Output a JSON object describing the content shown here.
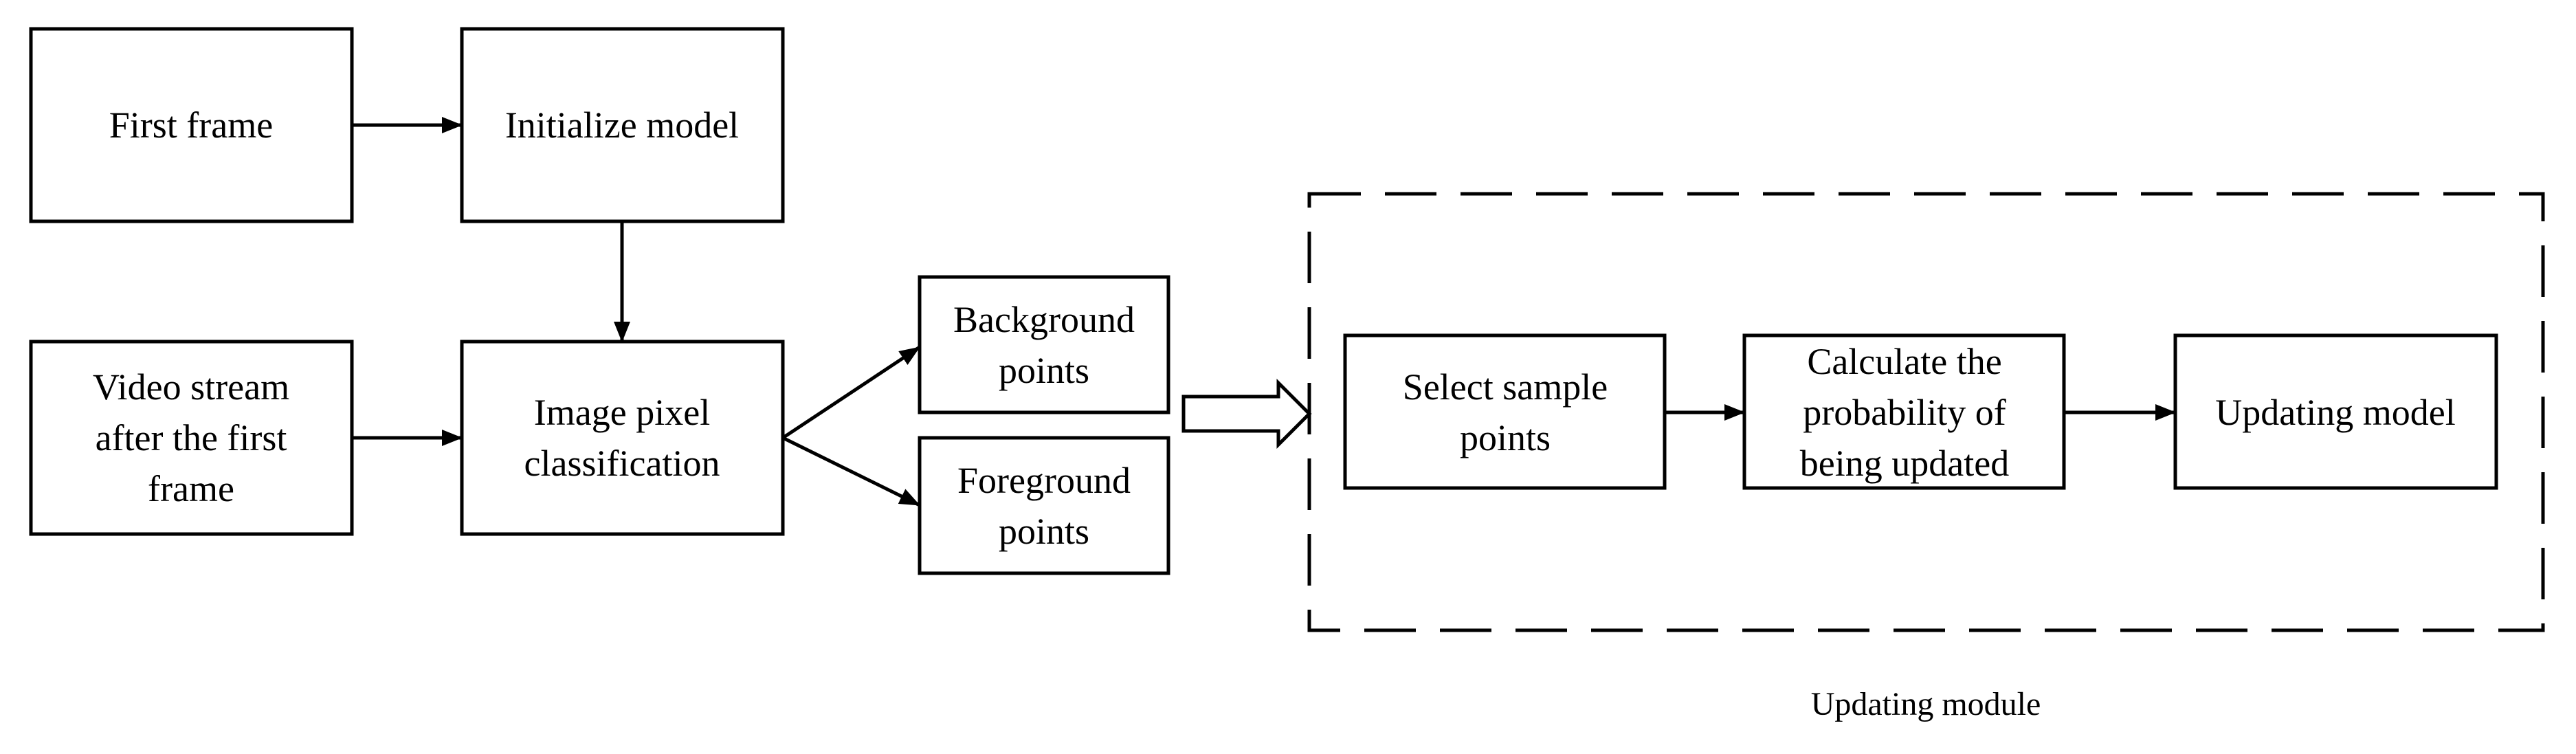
{
  "nodes": {
    "first_frame": {
      "lines": [
        "First frame"
      ]
    },
    "initialize_model": {
      "lines": [
        "Initialize model"
      ]
    },
    "video_stream": {
      "lines": [
        "Video stream",
        "after the first",
        "frame"
      ]
    },
    "image_pixel_classification": {
      "lines": [
        "Image pixel",
        "classification"
      ]
    },
    "background_points": {
      "lines": [
        "Background",
        "points"
      ]
    },
    "foreground_points": {
      "lines": [
        "Foreground",
        "points"
      ]
    },
    "select_sample_points": {
      "lines": [
        "Select sample",
        "points"
      ]
    },
    "calculate_probability": {
      "lines": [
        "Calculate the",
        "probability of",
        "being updated"
      ]
    },
    "updating_model": {
      "lines": [
        "Updating model"
      ]
    }
  },
  "group": {
    "label": "Updating module"
  },
  "colors": {
    "stroke": "#000000",
    "background": "#ffffff"
  }
}
